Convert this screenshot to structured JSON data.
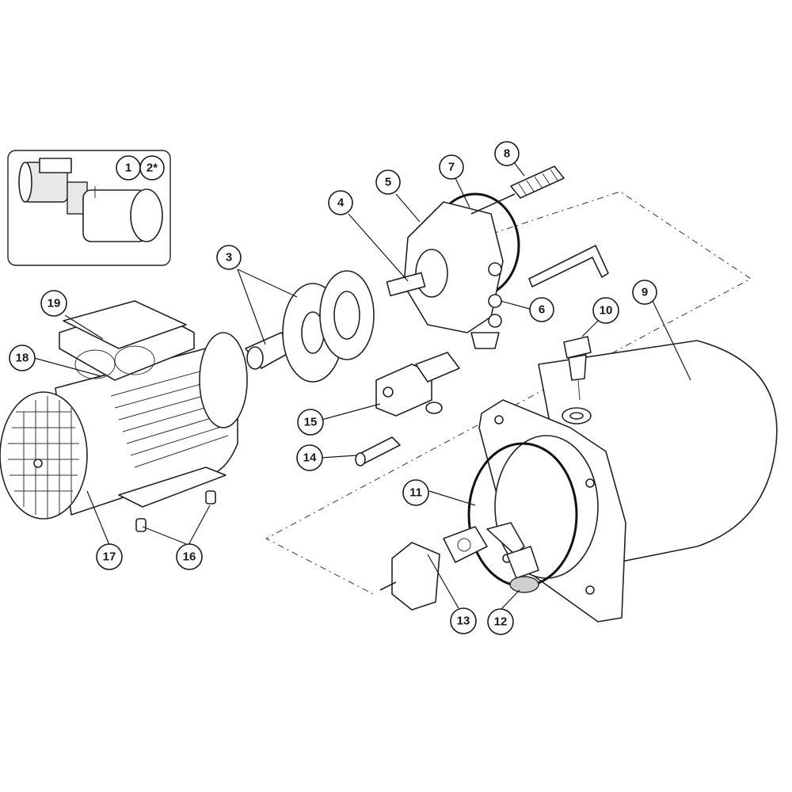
{
  "callouts": [
    {
      "id": "c1",
      "label": "1"
    },
    {
      "id": "c2",
      "label": "2*"
    },
    {
      "id": "c3",
      "label": "3"
    },
    {
      "id": "c4",
      "label": "4"
    },
    {
      "id": "c5",
      "label": "5"
    },
    {
      "id": "c6",
      "label": "6"
    },
    {
      "id": "c7",
      "label": "7"
    },
    {
      "id": "c8",
      "label": "8"
    },
    {
      "id": "c9",
      "label": "9"
    },
    {
      "id": "c10",
      "label": "10"
    },
    {
      "id": "c11",
      "label": "11"
    },
    {
      "id": "c12",
      "label": "12"
    },
    {
      "id": "c13",
      "label": "13"
    },
    {
      "id": "c14",
      "label": "14"
    },
    {
      "id": "c15",
      "label": "15"
    },
    {
      "id": "c16",
      "label": "16"
    },
    {
      "id": "c17",
      "label": "17"
    },
    {
      "id": "c18",
      "label": "18"
    },
    {
      "id": "c19",
      "label": "19"
    }
  ],
  "colors": {
    "line": "#1a1a1a",
    "background": "#ffffff",
    "fill_light": "#e8e8e8"
  }
}
